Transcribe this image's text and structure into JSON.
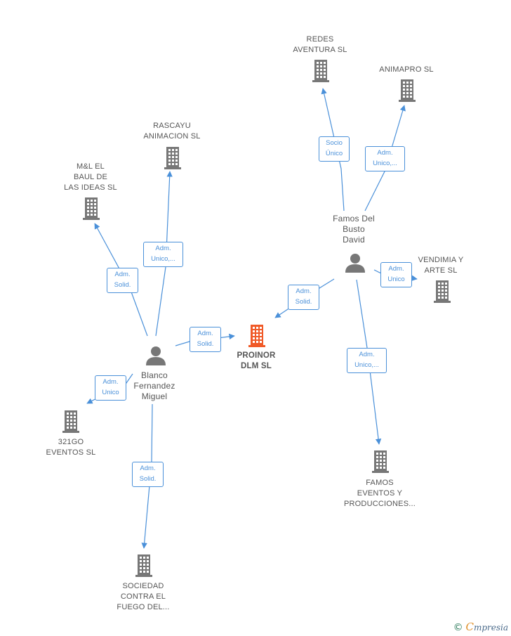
{
  "colors": {
    "edge": "#4a90d9",
    "building": "#777777",
    "center_building": "#f05a28",
    "person": "#777777",
    "label": "#555555"
  },
  "nodes": {
    "proinor": {
      "label": "PROINOR\nDLM  SL",
      "icon": "building-icon"
    },
    "famos_del_busto": {
      "label": "Famos Del\nBusto\nDavid",
      "icon": "person-icon"
    },
    "blanco_fernandez": {
      "label": "Blanco\nFernandez\nMiguel",
      "icon": "person-icon"
    },
    "redes_aventura": {
      "label": "REDES\nAVENTURA  SL",
      "icon": "building-icon"
    },
    "animapro": {
      "label": "ANIMAPRO SL",
      "icon": "building-icon"
    },
    "vendimia_arte": {
      "label": "VENDIMIA Y\nARTE  SL",
      "icon": "building-icon"
    },
    "famos_eventos": {
      "label": "FAMOS\nEVENTOS Y\nPRODUCCIONES...",
      "icon": "building-icon"
    },
    "rascayu": {
      "label": "RASCAYU\nANIMACION  SL",
      "icon": "building-icon"
    },
    "ml_baul": {
      "label": "M&L EL\nBAUL DE\nLAS IDEAS SL",
      "icon": "building-icon"
    },
    "321go": {
      "label": "321GO\nEVENTOS  SL",
      "icon": "building-icon"
    },
    "sociedad_contra": {
      "label": "SOCIEDAD\nCONTRA EL\nFUEGO DEL...",
      "icon": "building-icon"
    }
  },
  "edges": {
    "famos_redes": "Socio\nÚnico",
    "famos_animapro": "Adm.\nUnico,...",
    "famos_vendimia": "Adm.\nUnico",
    "famos_proinor": "Adm.\nSolid.",
    "famos_eventos": "Adm.\nUnico,...",
    "blanco_proinor": "Adm.\nSolid.",
    "blanco_rascayu": "Adm.\nUnico,...",
    "blanco_ml": "Adm.\nSolid.",
    "blanco_321go": "Adm.\nUnico",
    "blanco_sociedad": "Adm.\nSolid."
  },
  "brand": {
    "copyright": "©",
    "initial": "C",
    "rest": "mpresia"
  }
}
